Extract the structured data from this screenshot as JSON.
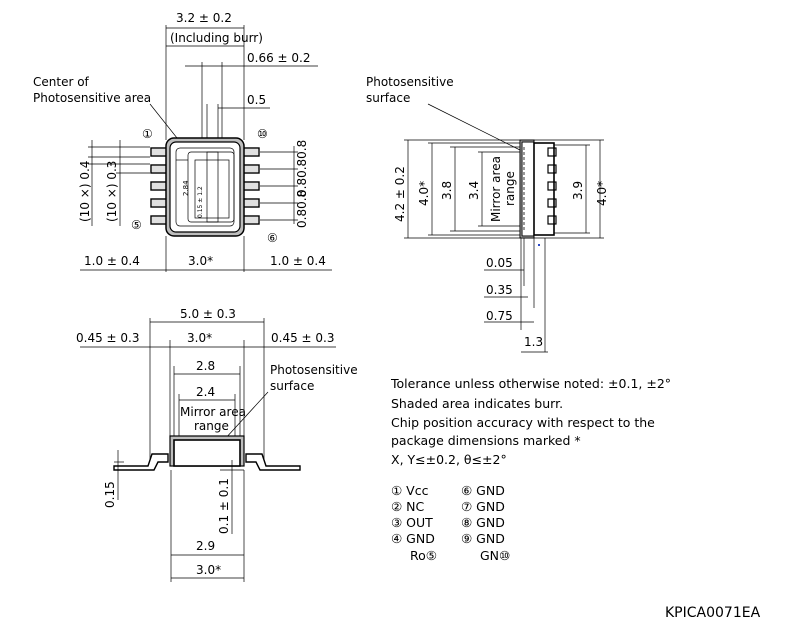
{
  "top_view": {
    "width_dim": "3.2 ± 0.2",
    "burr_note": "(Including burr)",
    "lead_width": "0.66 ± 0.2",
    "lead_dim": "0.5",
    "center_label_1": "Center of",
    "center_label_2": "Photosensitive area",
    "pin1_marker": "①",
    "pin10_marker": "⑩",
    "pin5_marker": "⑤",
    "pin6_marker": "⑥",
    "pitch_left_1": "(10 ×) 0.4",
    "pitch_left_2": "(10 ×) 0.3",
    "pitch_right": "0.80.80.8",
    "pitch_right_2": "0.80.8",
    "inner_1": "2.84",
    "inner_2": "0.15 ± 1.2",
    "bottom_left": "1.0 ± 0.4",
    "bottom_mid": "3.0*",
    "bottom_right": "1.0 ± 0.4"
  },
  "side_view": {
    "label_1": "Photosensitive",
    "label_2": "surface",
    "h1": "4.2 ± 0.2",
    "h2": "4.0*",
    "h3": "3.8",
    "h4": "3.4",
    "mirror_1": "Mirror area",
    "mirror_2": "range",
    "h5": "3.9",
    "h6": "4.0*",
    "d1": "0.05",
    "d2": "0.35",
    "d3": "0.75",
    "d4": "1.3"
  },
  "front_view": {
    "w1": "5.0 ± 0.3",
    "w_left": "0.45 ± 0.3",
    "w_mid": "3.0*",
    "w_right": "0.45 ± 0.3",
    "w2": "2.8",
    "w3": "2.4",
    "mirror_1": "Mirror area",
    "mirror_2": "range",
    "surface_1": "Photosensitive",
    "surface_2": "surface",
    "h_left": "0.15",
    "h_mid": "0.1 ± 0.1",
    "w4": "2.9",
    "w5": "3.0*"
  },
  "notes": [
    "Tolerance unless otherwise noted: ±0.1, ±2°",
    "Shaded area indicates burr.",
    "Chip position accuracy with respect to the",
    "package dimensions marked *",
    "X, Y≤±0.2, θ≤±2°"
  ],
  "pins_left": [
    "① Vcc",
    "② NC",
    "③ OUT",
    "④ GND",
    "Ro⑤"
  ],
  "pins_right": [
    "⑥ GND",
    "⑦ GND",
    "⑧ GND",
    "⑨ GND",
    "GN⑩"
  ],
  "drawing_code": "KPICA0071EA"
}
